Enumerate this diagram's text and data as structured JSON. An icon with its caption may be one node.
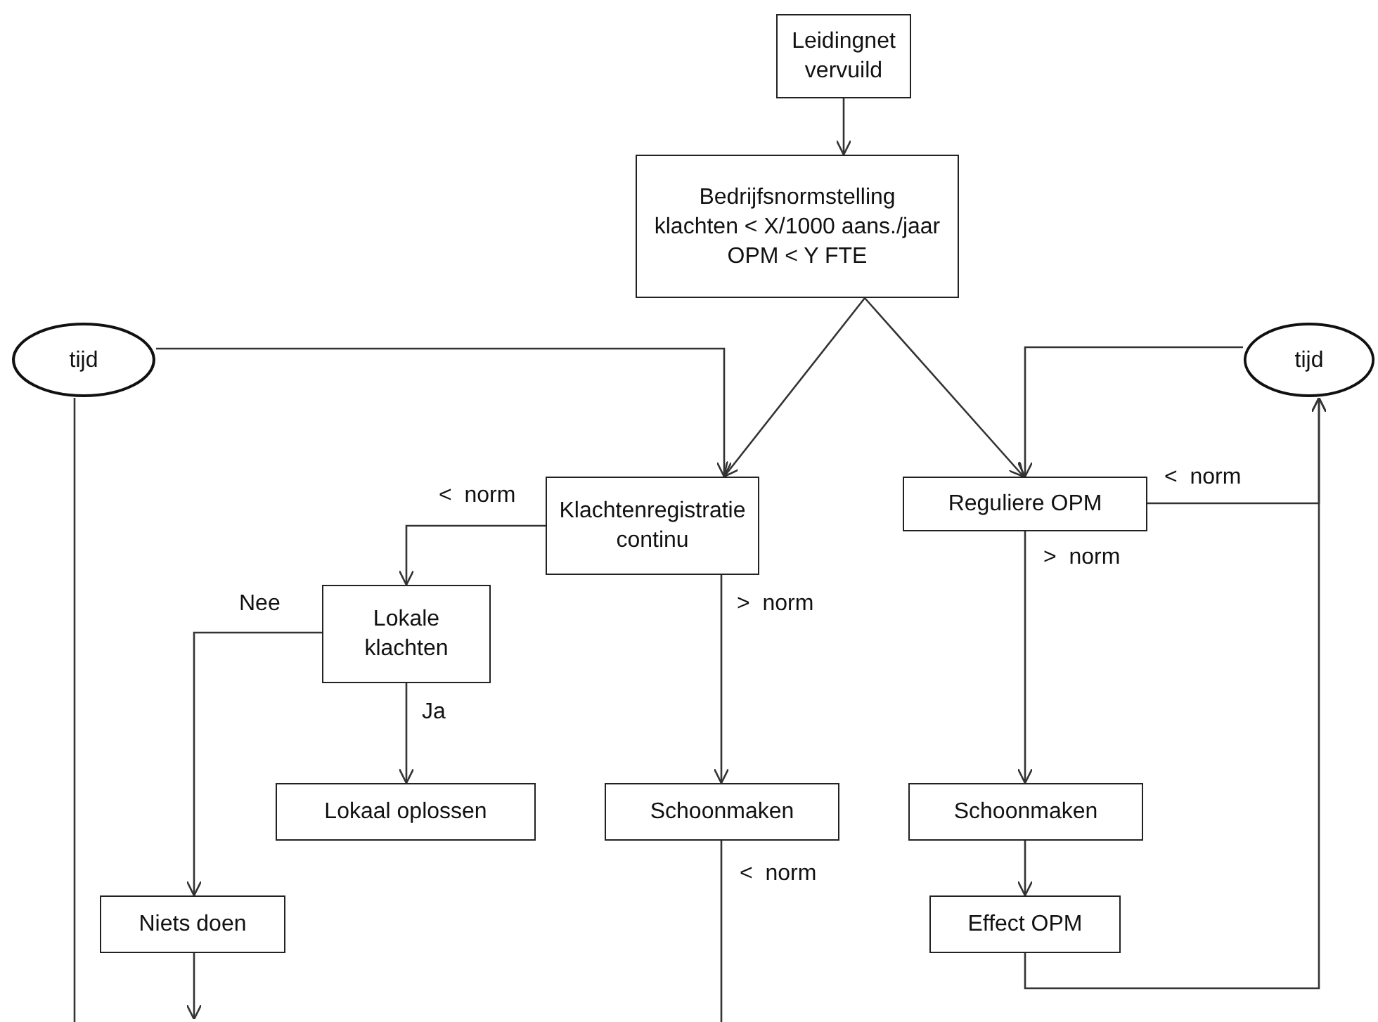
{
  "diagram": {
    "nodes": [
      {
        "text": [
          "Leidingnet vervuild"
        ]
      },
      {
        "text": [
          "Bedrijfsnormstelling",
          "klachten < X/1000 aans./jaar",
          "OPM < Y FTE"
        ]
      },
      {
        "text": [
          "tijd"
        ]
      },
      {
        "text": [
          "tijd"
        ]
      },
      {
        "text": [
          "Klachtenregistratie continu"
        ]
      },
      {
        "text": [
          "Reguliere OPM"
        ]
      },
      {
        "text": [
          "Lokale klachten"
        ]
      },
      {
        "text": [
          "Lokaal oplossen"
        ]
      },
      {
        "text": [
          "Schoonmaken"
        ]
      },
      {
        "text": [
          "Schoonmaken"
        ]
      },
      {
        "text": [
          "Niets doen"
        ]
      },
      {
        "text": [
          "Effect OPM"
        ]
      }
    ],
    "edges": [
      {
        "from": 0,
        "to": 1,
        "arrow": "to"
      },
      {
        "from": 1,
        "to": 4,
        "arrow": "to"
      },
      {
        "from": 1,
        "to": 5,
        "arrow": "to"
      },
      {
        "from": 2,
        "to": 4,
        "arrow": "to"
      },
      {
        "from": 3,
        "to": 5,
        "arrow": "to"
      },
      {
        "from": 4,
        "to": 6,
        "arrow": "to",
        "label": "<  norm"
      },
      {
        "from": 4,
        "to": 8,
        "arrow": "to",
        "label": ">  norm"
      },
      {
        "from": 6,
        "to": 10,
        "arrow": "to",
        "label": "Nee"
      },
      {
        "from": 6,
        "to": 7,
        "arrow": "to",
        "label": "Ja"
      },
      {
        "from": 5,
        "to": 3,
        "arrow": "to",
        "label": "<  norm"
      },
      {
        "from": 5,
        "to": 9,
        "arrow": "to",
        "label": ">  norm"
      },
      {
        "from": 9,
        "to": 11,
        "arrow": "to"
      },
      {
        "from": 11,
        "to": 3,
        "arrow": "to"
      },
      {
        "from": 8,
        "to": null,
        "arrow": "none",
        "label": "<  norm"
      },
      {
        "from": 10,
        "to": null,
        "arrow": "to"
      },
      {
        "from": 2,
        "to": null,
        "arrow": "none"
      }
    ]
  }
}
